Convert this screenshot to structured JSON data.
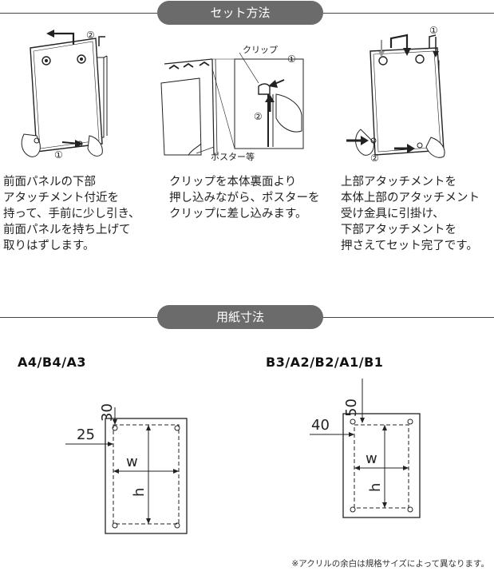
{
  "sections": {
    "setup": {
      "title": "セット方法"
    },
    "paper": {
      "title": "用紙寸法"
    }
  },
  "steps": [
    {
      "text": "前面パネルの下部\nアタッチメント付近を\n持って、手前に少し引き、\n前面パネルを持ち上げて\n取りはずします。",
      "badges": [
        "②",
        "①"
      ]
    },
    {
      "text": "クリップを本体裏面より\n押し込みながら、ポスターを\nクリップに差し込みます。",
      "badges": [
        "①",
        "②"
      ],
      "labels": {
        "clip": "クリップ",
        "poster": "ポスター等"
      }
    },
    {
      "text": "上部アタッチメントを\n本体上部のアタッチメント\n受け金具に引掛け、\n下部アタッチメントを\n押さえてセット完了です。",
      "badges": [
        "①",
        "②"
      ]
    }
  ],
  "sizes": [
    {
      "title": "A4/B4/A3",
      "top_margin": "30",
      "side_margin": "25",
      "w_label": "w",
      "h_label": "h"
    },
    {
      "title": "B3/A2/B2/A1/B1",
      "top_margin": "50",
      "side_margin": "40",
      "w_label": "w",
      "h_label": "h"
    }
  ],
  "note": "※アクリルの余白は規格サイズによって異なります。"
}
